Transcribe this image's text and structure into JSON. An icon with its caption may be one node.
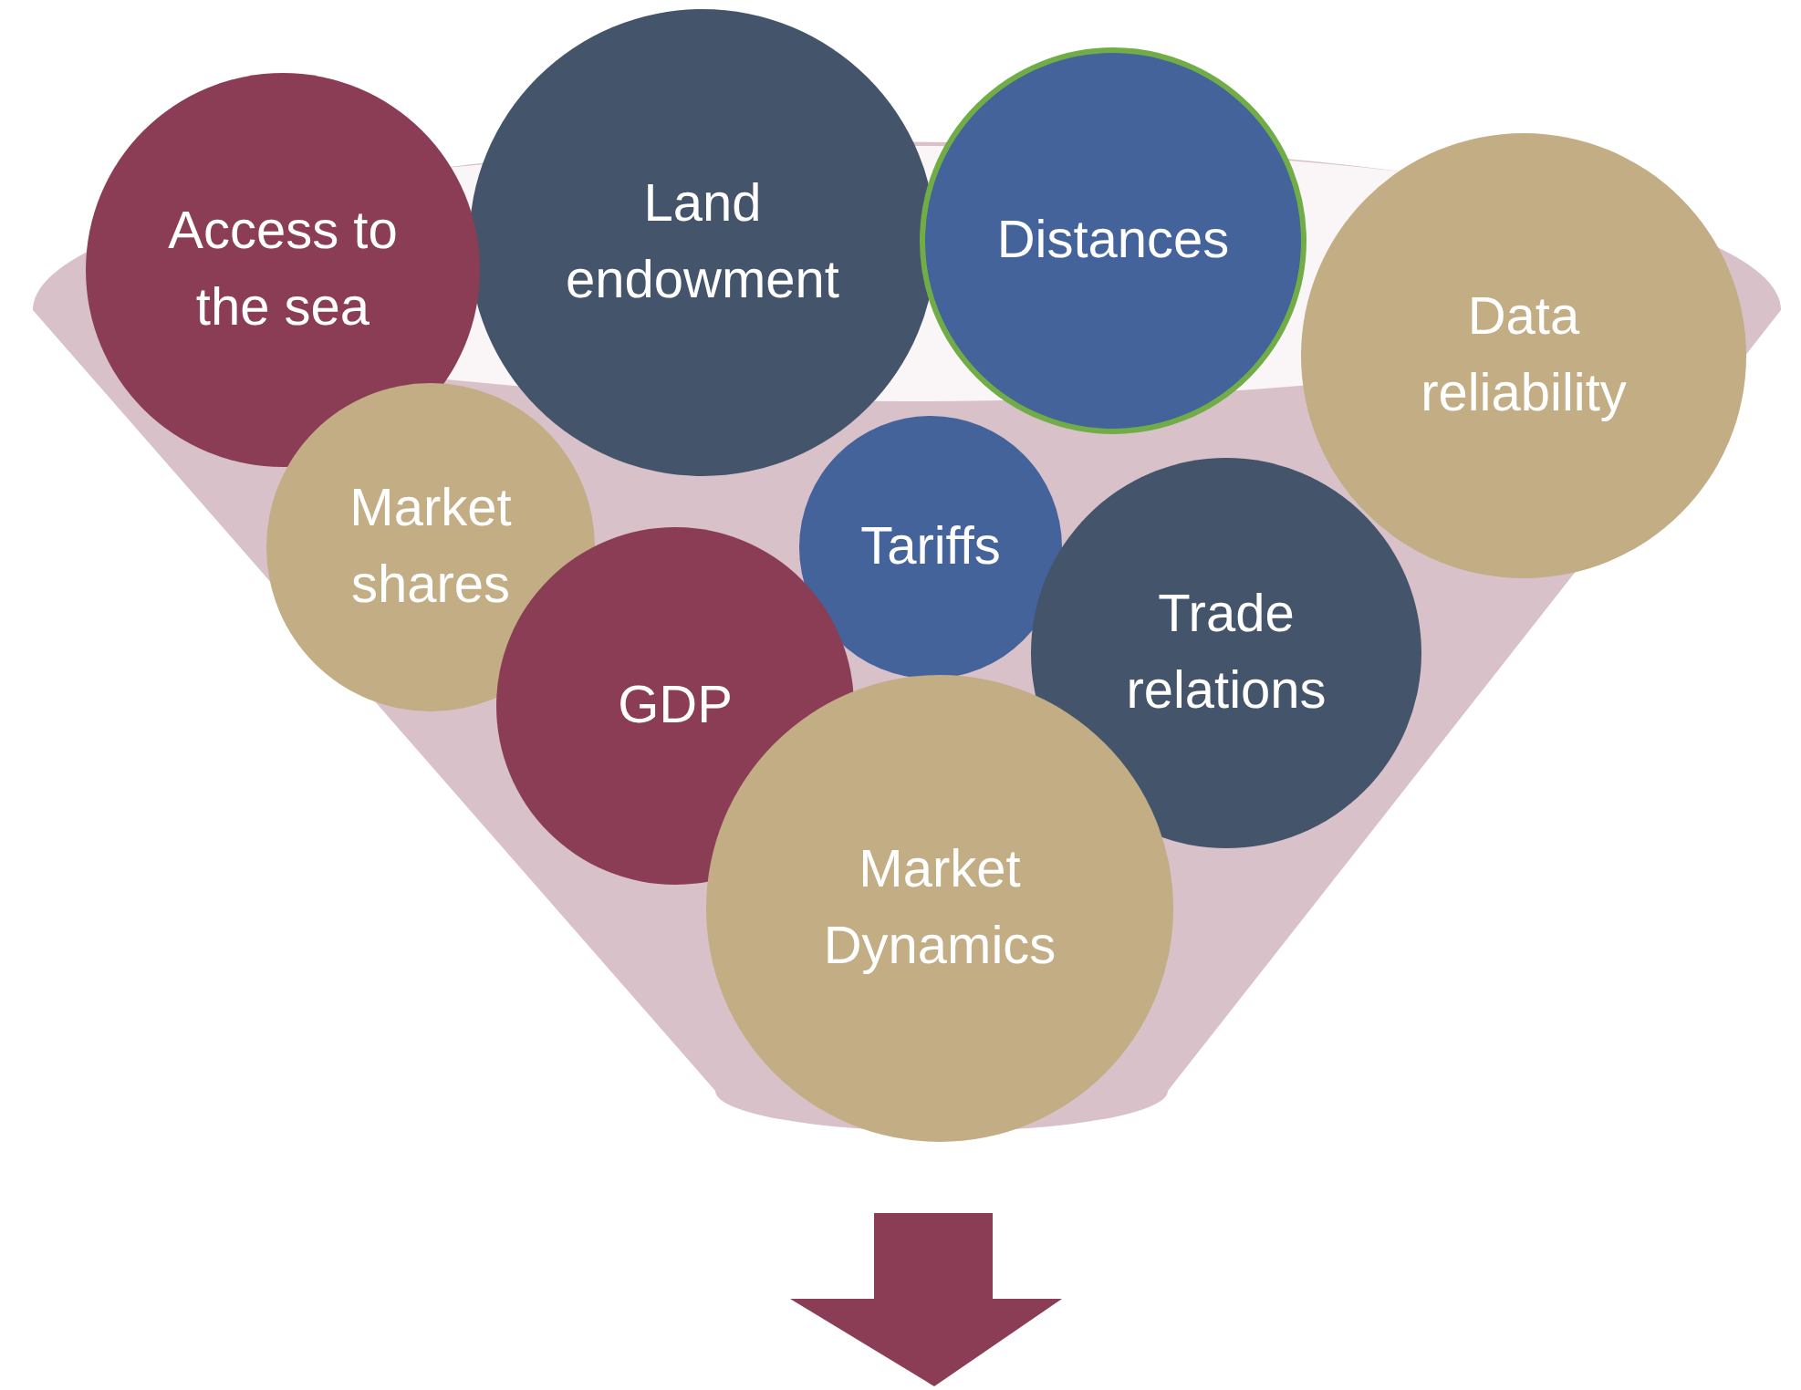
{
  "diagram": {
    "nodes": [
      {
        "text": [
          "Access to the sea"
        ]
      },
      {
        "text": [
          "Land endowment"
        ]
      },
      {
        "text": [
          "Distances"
        ]
      },
      {
        "text": [
          "Data reliability"
        ]
      },
      {
        "text": [
          "Market shares"
        ]
      },
      {
        "text": [
          "Tariffs"
        ]
      },
      {
        "text": [
          "Trade relations"
        ]
      },
      {
        "text": [
          "GDP"
        ]
      },
      {
        "text": [
          "Market Dynamics"
        ]
      }
    ]
  }
}
